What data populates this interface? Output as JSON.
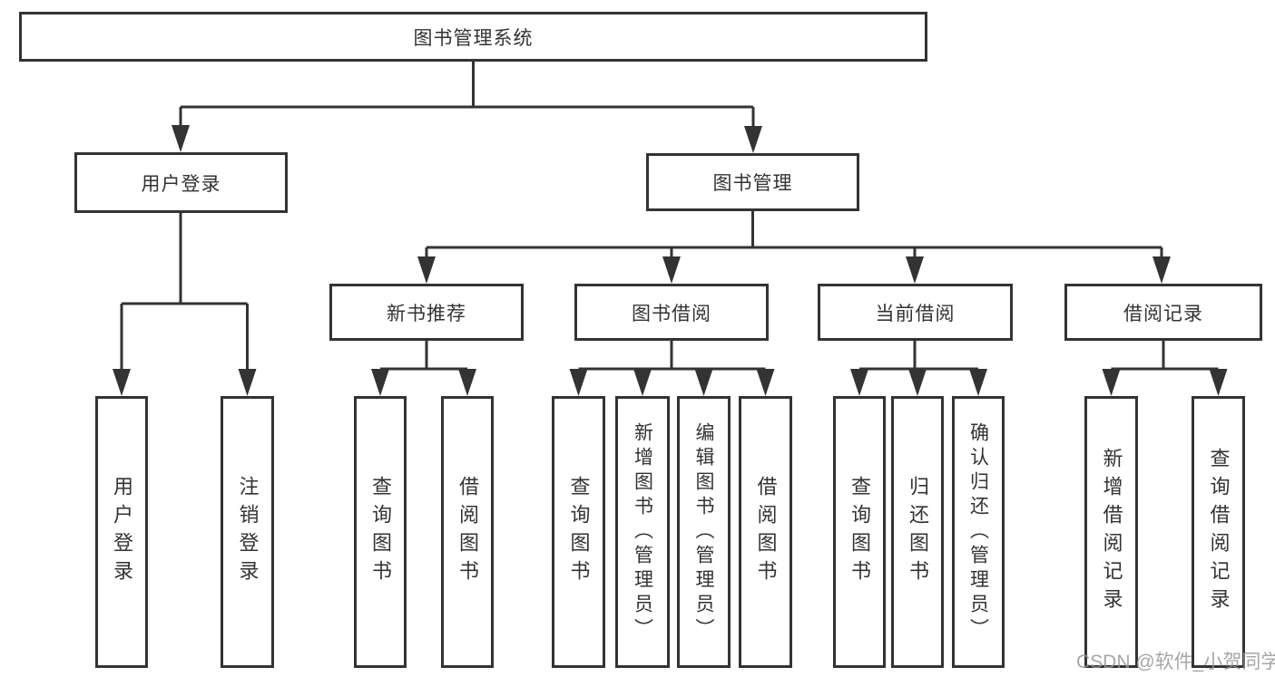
{
  "diagram": {
    "root_label": "图书管理系统",
    "login_branch": {
      "label": "用户登录",
      "children": [
        {
          "label": "用户登录"
        },
        {
          "label": "注销登录"
        }
      ]
    },
    "management_branch": {
      "label": "图书管理",
      "sections": [
        {
          "label": "新书推荐",
          "children": [
            {
              "label": "查询图书"
            },
            {
              "label": "借阅图书"
            }
          ]
        },
        {
          "label": "图书借阅",
          "children": [
            {
              "label": "查询图书"
            },
            {
              "label": "新增图书（管理员）"
            },
            {
              "label": "编辑图书（管理员）"
            },
            {
              "label": "借阅图书"
            }
          ]
        },
        {
          "label": "当前借阅",
          "children": [
            {
              "label": "查询图书"
            },
            {
              "label": "归还图书"
            },
            {
              "label": "确认归还（管理员）"
            }
          ]
        },
        {
          "label": "借阅记录",
          "children": [
            {
              "label": "新增借阅记录"
            },
            {
              "label": "查询借阅记录"
            }
          ]
        }
      ]
    }
  },
  "watermark": "CSDN @软件_小贺同学",
  "colors": {
    "line": "#333333",
    "text": "#333333",
    "watermark": "#969696",
    "background": "#ffffff"
  }
}
